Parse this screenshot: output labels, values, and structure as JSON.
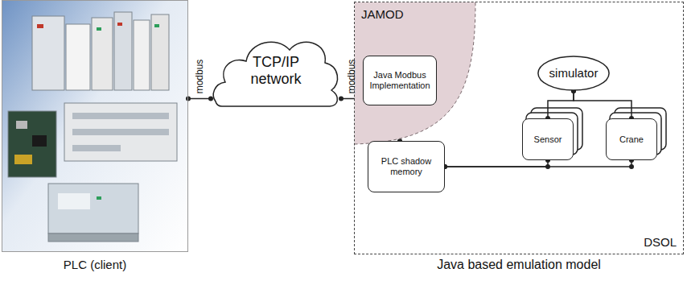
{
  "diagram": {
    "nodes": [
      {
        "text": [
          "PLC (client)"
        ]
      },
      {
        "text": [
          "TCP/IP network"
        ]
      },
      {
        "text": [
          "DSOL",
          "Java based emulation model"
        ]
      },
      {
        "text": [
          "JAMOD"
        ],
        "in": 2
      },
      {
        "text": [
          "Java Modbus Implementation"
        ],
        "in": 3
      },
      {
        "text": [
          "PLC shadow memory"
        ],
        "in": 2
      },
      {
        "text": [
          "simulator"
        ],
        "in": 2
      },
      {
        "text": [
          "Sensor"
        ],
        "in": 2
      },
      {
        "text": [
          "Crane"
        ],
        "in": 2
      }
    ],
    "edges": [
      {
        "from": 0,
        "to": 1,
        "arrow": "none",
        "label": "modbus"
      },
      {
        "from": 1,
        "to": 4,
        "arrow": "none",
        "label": "modbus"
      },
      {
        "from": 4,
        "to": 5,
        "arrow": "none"
      },
      {
        "from": 5,
        "to": 7,
        "arrow": "none"
      },
      {
        "from": 5,
        "to": 8,
        "arrow": "none"
      },
      {
        "from": 6,
        "to": 7,
        "arrow": "none"
      },
      {
        "from": 6,
        "to": 8,
        "arrow": "none"
      }
    ]
  }
}
